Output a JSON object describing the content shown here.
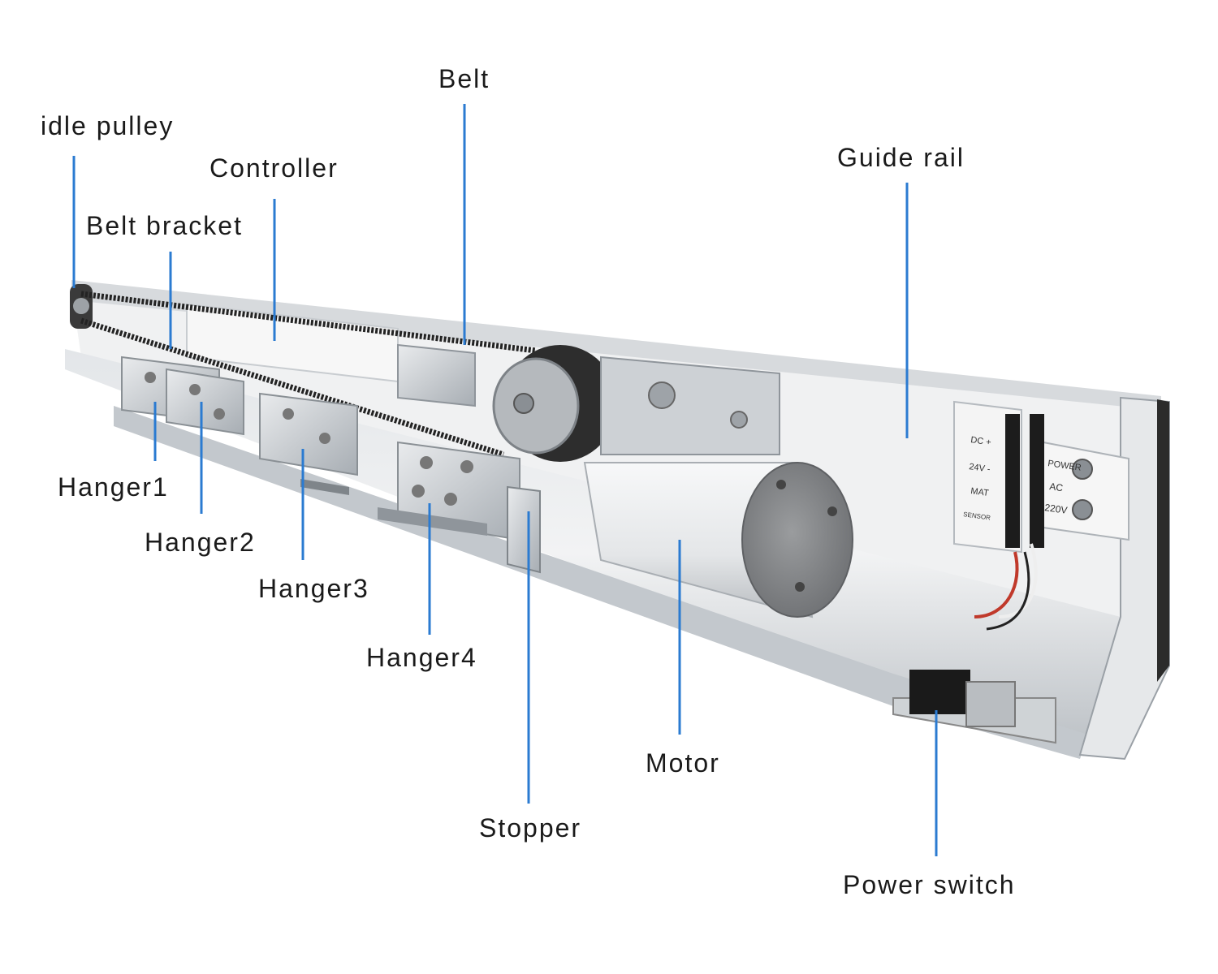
{
  "diagram": {
    "colors": {
      "leader": "#2b7bd1",
      "rail_light": "#e6e8ea",
      "rail_mid": "#c9ccd0",
      "rail_dark": "#8f959b",
      "belt": "#2a2a2a",
      "motor": "#eceeef",
      "motor_cap": "#8a8c8e"
    },
    "labels": {
      "idle_pulley": "idle pulley",
      "controller": "Controller",
      "belt_bracket": "Belt bracket",
      "belt": "Belt",
      "guide_rail": "Guide rail",
      "hanger1": "Hanger1",
      "hanger2": "Hanger2",
      "hanger3": "Hanger3",
      "hanger4": "Hanger4",
      "stopper": "Stopper",
      "motor": "Motor",
      "power_switch": "Power switch"
    },
    "device_markings": {
      "terminal_block": [
        "POWER",
        "AC",
        "220V"
      ],
      "sensor_block": [
        "DC +",
        "24V -",
        "MAT",
        "SENSOR"
      ]
    }
  }
}
